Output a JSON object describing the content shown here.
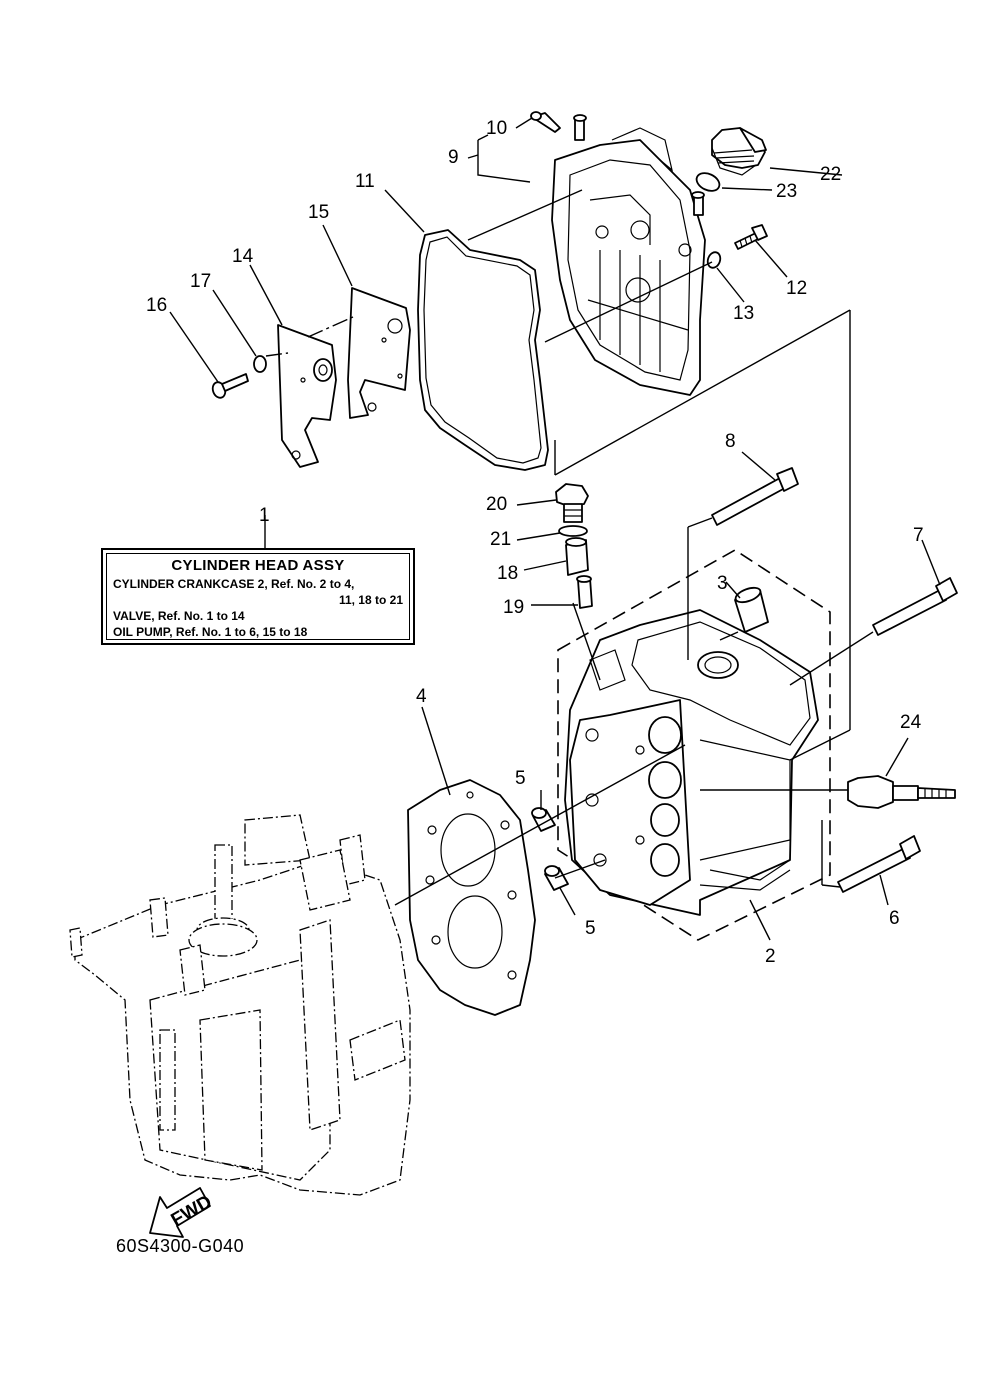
{
  "reference_box": {
    "title": "CYLINDER HEAD ASSY",
    "lines": [
      "CYLINDER CRANKCASE 2,  Ref. No. 2 to 4,",
      "11, 18 to 21",
      "VALVE,  Ref. No. 1 to 14",
      "OIL PUMP,  Ref. No. 1 to 6, 15 to 18"
    ]
  },
  "figure_code": "60S4300-G040",
  "fwd_label": "FWD",
  "callouts": {
    "n1": "1",
    "n2": "2",
    "n3": "3",
    "n4": "4",
    "n5a": "5",
    "n5b": "5",
    "n6": "6",
    "n7": "7",
    "n8": "8",
    "n9": "9",
    "n10": "10",
    "n11": "11",
    "n12": "12",
    "n13": "13",
    "n14": "14",
    "n15": "15",
    "n16": "16",
    "n17": "17",
    "n18": "18",
    "n19": "19",
    "n20": "20",
    "n21": "21",
    "n22": "22",
    "n23": "23",
    "n24": "24"
  }
}
